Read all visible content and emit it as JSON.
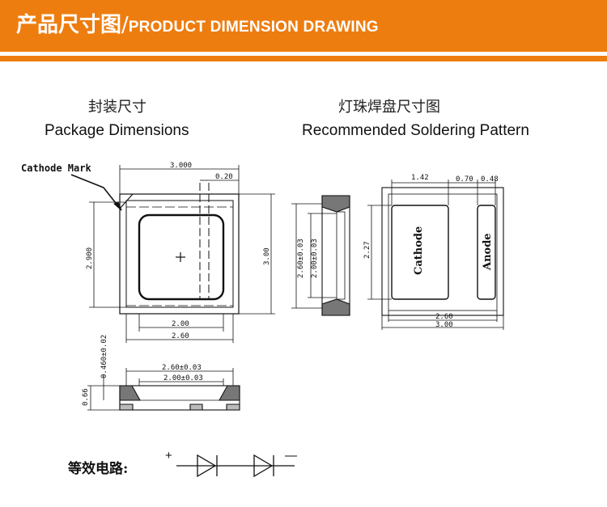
{
  "header": {
    "title_cn": "产品尺寸图",
    "separator": "/",
    "title_en": "PRODUCT DIMENSION DRAWING"
  },
  "package": {
    "title_cn": "封装尺寸",
    "title_en": "Package Dimensions",
    "cathode_mark": "Cathode Mark",
    "dim_width": "3.000",
    "dim_offset": "0.20",
    "dim_height_left": "2.900",
    "dim_height_right": "3.00",
    "dim_inner": "2.00",
    "dim_outer": "2.60"
  },
  "side_view": {
    "dim_top": "2.60±0.03",
    "dim_inner": "2.00±0.03",
    "dim_lead": "0.460±0.02",
    "dim_thickness": "0.66"
  },
  "solder": {
    "title_cn": "灯珠焊盘尺寸图",
    "title_en": "Recommended Soldering Pattern",
    "dim_pad_cathode": "1.42",
    "dim_gap": "0.70",
    "dim_pad_anode": "0.48",
    "dim_height": "2.27",
    "dim_inner": "2.60",
    "dim_outer": "3.00",
    "side_dim_outer": "2.60±0.03",
    "side_dim_inner": "2.00±0.03",
    "cathode_label": "Cathode",
    "anode_label": "Anode"
  },
  "circuit": {
    "label": "等效电路:",
    "plus": "+",
    "minus": "—"
  }
}
